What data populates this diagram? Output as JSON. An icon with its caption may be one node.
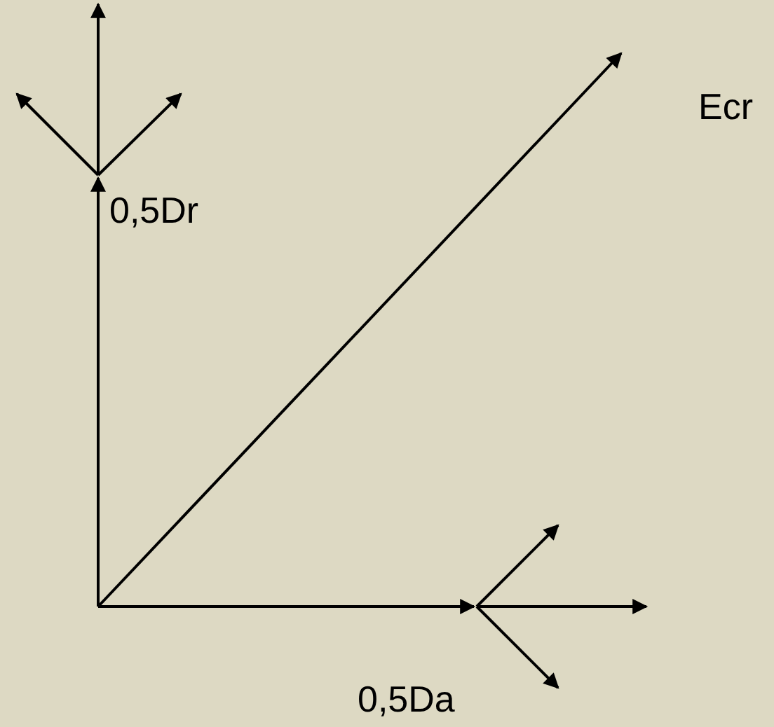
{
  "diagram": {
    "labels": [
      "Ecr",
      "0,5Dr",
      "0,5Da"
    ]
  }
}
